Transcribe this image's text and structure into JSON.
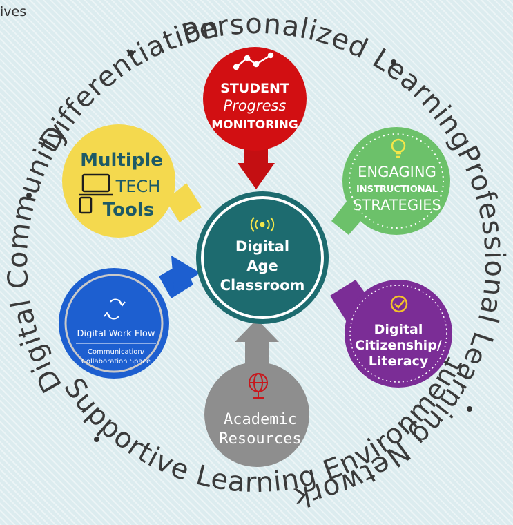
{
  "corner_text": "ives",
  "ring": {
    "top": "Personalized Learning",
    "right": "Professional Learning Network",
    "bottom": "Supportive Learning Environment",
    "left": "Digital Community",
    "top_left": "Differentiation"
  },
  "center": {
    "line1": "Digital",
    "line2": "Age",
    "line3": "Classroom",
    "icon": "wireless-signal-icon"
  },
  "nodes": {
    "student_progress": {
      "line1": "STUDENT",
      "line2": "Progress",
      "line3": "MONITORING",
      "icon": "line-graph-icon",
      "color": "#d20f12"
    },
    "engaging": {
      "line1": "ENGAGING",
      "line2": "INSTRUCTIONAL",
      "line3": "STRATEGIES",
      "icon": "lightbulb-icon",
      "color": "#6cc16a"
    },
    "citizenship": {
      "line1": "Digital",
      "line2": "Citizenship/",
      "line3": "Literacy",
      "icon": "checkmark-circle-icon",
      "color": "#7b2d96"
    },
    "academic": {
      "line1": "Academic",
      "line2": "Resources",
      "icon": "globe-icon",
      "color": "#8e8e8e"
    },
    "workflow": {
      "line1": "Digital Work Flow",
      "line2": "Communication/",
      "line3": "Collaboration Space",
      "icon": "sync-arrows-icon",
      "color": "#1d5fd0"
    },
    "multiple_tech": {
      "line1": "Multiple",
      "line2": "TECH",
      "line3": "Tools",
      "icon": "laptop-tablet-icon",
      "color": "#f4d94e"
    }
  },
  "colors": {
    "center": "#1d6b6f",
    "text_dark": "#1d5a66",
    "ring_text": "#3a3a3a"
  }
}
